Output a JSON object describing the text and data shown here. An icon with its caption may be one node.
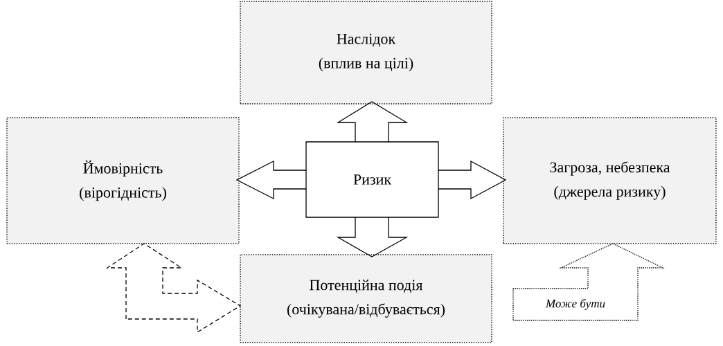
{
  "diagram": {
    "nodes": [
      {
        "text": [
          "Наслідок",
          "(вплив на цілі)"
        ]
      },
      {
        "text": [
          "Ймовірність",
          "(вірогідність)"
        ]
      },
      {
        "text": [
          "Ризик"
        ]
      },
      {
        "text": [
          "Загроза, небезпека",
          "(джерела ризику)"
        ]
      },
      {
        "text": [
          "Потенційна подія",
          "(очікувана/відбувається)"
        ]
      },
      {
        "text": [
          "*Може бути*"
        ]
      }
    ],
    "edges": [
      {
        "from": 2,
        "to": 0,
        "arrow": "to"
      },
      {
        "from": 2,
        "to": 1,
        "arrow": "to"
      },
      {
        "from": 2,
        "to": 3,
        "arrow": "to"
      },
      {
        "from": 2,
        "to": 4,
        "arrow": "to"
      },
      {
        "from": 1,
        "to": 4,
        "arrow": "both",
        "style": "dashed"
      },
      {
        "from": 5,
        "to": 3,
        "arrow": "to",
        "style": "dashed"
      }
    ]
  }
}
